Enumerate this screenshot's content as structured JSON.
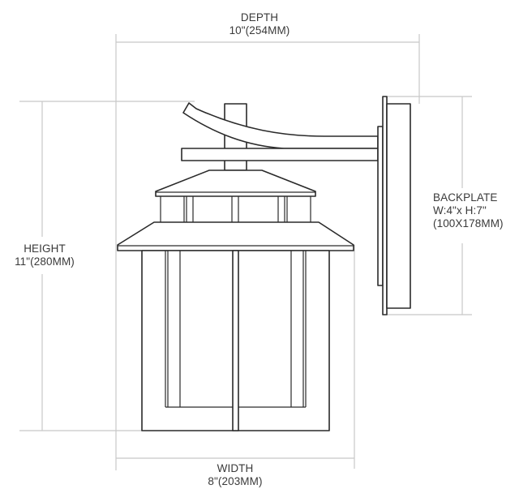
{
  "diagram": {
    "subject": "Outdoor wall lantern sconce - side elevation dimension drawing",
    "colors": {
      "background": "#ffffff",
      "line_art": "#2a2a2a",
      "dimension_lines": "#c8c8c8",
      "label_text": "#3a3a3a"
    }
  },
  "dimensions": {
    "depth": {
      "title": "DEPTH",
      "value": "10\"(254MM)"
    },
    "height": {
      "title": "HEIGHT",
      "value": "11\"(280MM)"
    },
    "width": {
      "title": "WIDTH",
      "value": "8\"(203MM)"
    },
    "backplate": {
      "title": "BACKPLATE",
      "size_in": "W:4\"x H:7\"",
      "size_mm": "(100X178MM)"
    }
  }
}
